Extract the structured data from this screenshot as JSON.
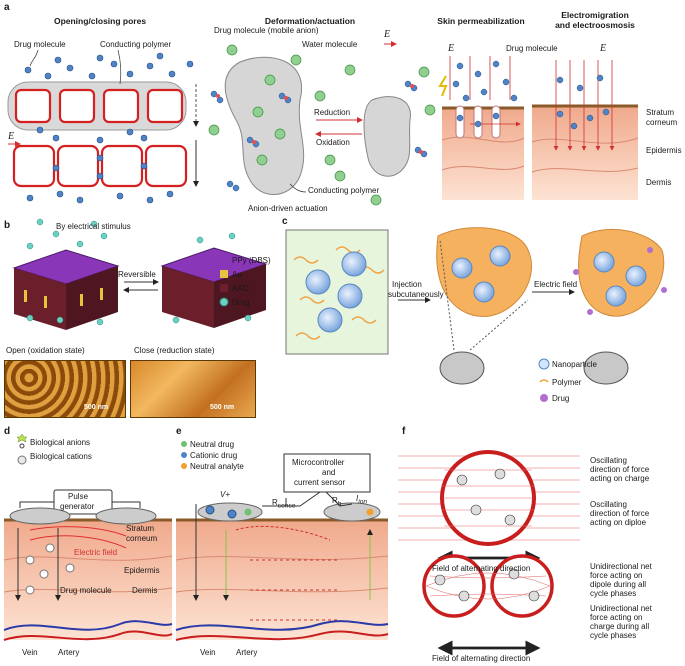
{
  "colors": {
    "drug_blue": "#3f74b8",
    "cond_polymer": "#cc2222",
    "shell_gray": "#d7d7d7",
    "anion_green": "#7fbf7f",
    "skin_top": "#f3b59a",
    "skin_mid": "#f9d3bd",
    "cell_orange": "#f6b15e",
    "field_red": "#d94a4a",
    "ppy_purple": "#7b2fa8",
    "aao_maroon": "#6b1f2a",
    "au_yellow": "#e8c43c",
    "drug_teal": "#6ad0c4"
  },
  "panel_a": {
    "letter": "a",
    "col1": {
      "title": "Opening/closing pores",
      "drug_label": "Drug molecule",
      "polymer_label": "Conducting polymer",
      "field_label": "E"
    },
    "col2": {
      "title": "Deformation/actuation",
      "drug_label": "Drug molecule (mobile anion)",
      "water_label": "Water molecule",
      "field_label": "E",
      "reduction": "Reduction",
      "oxidation": "Oxidation",
      "polymer_label": "Conducting polymer",
      "caption": "Anion-driven actuation"
    },
    "col3": {
      "title": "Skin permeabilization",
      "field_label": "E",
      "drug_label": "Drug molecule"
    },
    "col4": {
      "title_line1": "Electromigration",
      "title_line2": "and electroosmosis",
      "field_label": "E",
      "layer1": "Stratum",
      "layer1b": "corneum",
      "layer2": "Epidermis",
      "layer3": "Dermis"
    }
  },
  "panel_b": {
    "letter": "b",
    "stimulus": "By electrical stimulus",
    "reversible": "Reversible",
    "legend": [
      "PPy (DBS)",
      "Au",
      "AAO",
      "Drug"
    ],
    "open_label": "Open (oxidation state)",
    "close_label": "Close (reduction state)",
    "scale": "500 nm"
  },
  "panel_c": {
    "letter": "c",
    "injection_line1": "Injection",
    "injection_line2": "subcutaneously",
    "electric_field": "Electric field",
    "legend": [
      "Nanoparticle",
      "Polymer",
      "Drug"
    ]
  },
  "panel_d": {
    "letter": "d",
    "anions": "Biological anions",
    "cations": "Biological cations",
    "pulse_line1": "Pulse",
    "pulse_line2": "generator",
    "stratum_line1": "Stratum",
    "stratum_line2": "corneum",
    "electric_field": "Electric field",
    "epidermis": "Epidermis",
    "drug": "Drug molecule",
    "dermis": "Dermis",
    "vein": "Vein",
    "artery": "Artery"
  },
  "panel_e": {
    "letter": "e",
    "legend": [
      "Neutral drug",
      "Cationic drug",
      "Neutral analyte"
    ],
    "micro_line1": "Microcontroller",
    "micro_line2": "and",
    "micro_line3": "current sensor",
    "rb": "R",
    "rb_sub": "b",
    "rsense": "R",
    "rsense_sub": "sense",
    "vplus": "V+",
    "iion": "I",
    "iion_sub": "ion",
    "vein": "Vein",
    "artery": "Artery"
  },
  "panel_f": {
    "letter": "f",
    "osc_charge": [
      "Oscillating",
      "direction of force",
      "acting on charge"
    ],
    "osc_dipole": [
      "Oscillating",
      "direction of force",
      "acting on diploe"
    ],
    "field1": "Field of alternating direction",
    "uni_dipole": [
      "Unidirectional net",
      "force acting on",
      "dipole  during all",
      "cycle phases"
    ],
    "uni_charge": [
      "Unidirectional net",
      "force acting on",
      "charge  during all",
      "cycle phases"
    ],
    "field2": "Field of alternating direction"
  }
}
